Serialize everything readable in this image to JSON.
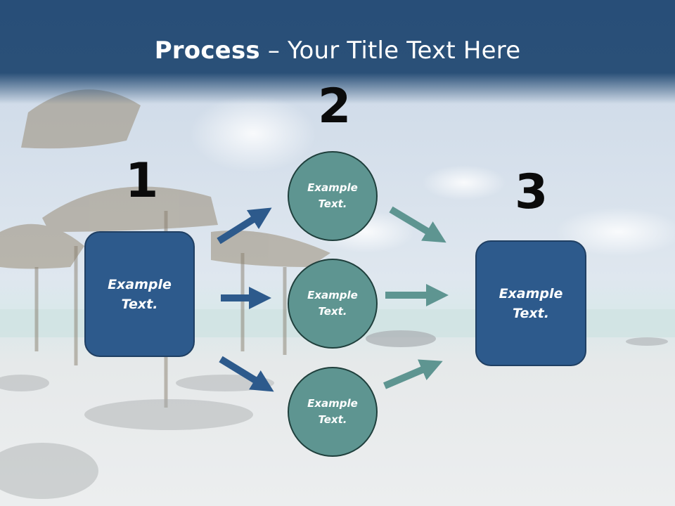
{
  "title": {
    "bold": "Process",
    "rest": " – Your Title Text Here"
  },
  "steps": {
    "one": "1",
    "two": "2",
    "three": "3"
  },
  "left_box": "Example Text.",
  "circles": [
    "Example Text.",
    "Example Text.",
    "Example Text."
  ],
  "right_box": "Example Text.",
  "colors": {
    "header": "#2a5078",
    "box": "#2d5a8c",
    "circle": "#5e9591",
    "arrow_blue": "#2d5a8c",
    "arrow_teal": "#5e9591"
  }
}
